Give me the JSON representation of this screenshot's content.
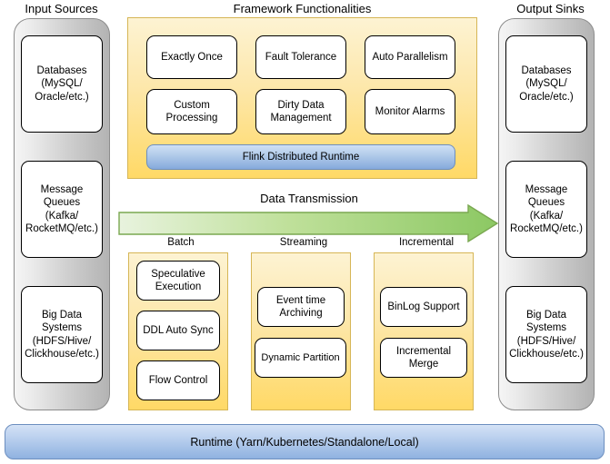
{
  "diagram": {
    "title_input": "Input Sources",
    "title_framework": "Framework Functionalities",
    "title_output": "Output Sinks",
    "arrow_label": "Data Transmission",
    "runtime_label": "Runtime (Yarn/Kubernetes/Standalone/Local)",
    "flink_runtime_label": "Flink Distributed Runtime"
  },
  "colors": {
    "yellow_fill_top": "#fdf3d3",
    "yellow_fill_bottom": "#ffd966",
    "yellow_border": "#d6b656",
    "blue_fill_top": "#cfe0f5",
    "blue_fill_bottom": "#86aadc",
    "blue_border": "#6c8ebf",
    "gray_fill_light": "#f5f5f5",
    "gray_fill_dark": "#b3b3b3",
    "gray_border": "#8c8c8c",
    "green_arrow_light": "#e2f0d9",
    "green_arrow_dark": "#92d050",
    "green_arrow_border": "#7aa851",
    "box_fill": "#ffffff",
    "box_border": "#000000",
    "text": "#000000"
  },
  "input_sources": {
    "heading": "Input Sources",
    "items": [
      {
        "id": "databases",
        "label": "Databases\n(MySQL/\nOracle/etc.)",
        "lines": [
          "Databases",
          "(MySQL/",
          "Oracle/etc.)"
        ]
      },
      {
        "id": "message-queues",
        "label": "Message\nQueues\n(Kafka/\nRocketMQ/etc.)",
        "lines": [
          "Message",
          "Queues",
          "(Kafka/",
          "RocketMQ/etc.)"
        ]
      },
      {
        "id": "big-data-systems",
        "label": "Big Data\nSystems\n(HDFS/Hive/\nClickhouse/etc.)",
        "lines": [
          "Big Data",
          "Systems",
          "(HDFS/Hive/",
          "Clickhouse/etc.)"
        ]
      }
    ]
  },
  "output_sinks": {
    "heading": "Output Sinks",
    "items": [
      {
        "id": "databases",
        "label": "Databases\n(MySQL/\nOracle/etc.)",
        "lines": [
          "Databases",
          "(MySQL/",
          "Oracle/etc.)"
        ]
      },
      {
        "id": "message-queues",
        "label": "Message\nQueues\n(Kafka/\nRocketMQ/etc.)",
        "lines": [
          "Message",
          "Queues",
          "(Kafka/",
          "RocketMQ/etc.)"
        ]
      },
      {
        "id": "big-data-systems",
        "label": "Big Data\nSystems\n(HDFS/Hive/\nClickhouse/etc.)",
        "lines": [
          "Big Data",
          "Systems",
          "(HDFS/Hive/",
          "Clickhouse/etc.)"
        ]
      }
    ]
  },
  "framework": {
    "heading": "Framework Functionalities",
    "features": [
      {
        "id": "exactly-once",
        "label": "Exactly Once"
      },
      {
        "id": "fault-tolerance",
        "label": "Fault Tolerance"
      },
      {
        "id": "auto-parallelism",
        "label": "Auto Parallelism"
      },
      {
        "id": "custom-processing",
        "label": "Custom\nProcessing",
        "lines": [
          "Custom",
          "Processing"
        ]
      },
      {
        "id": "dirty-data-management",
        "label": "Dirty Data\nManagement",
        "lines": [
          "Dirty Data",
          "Management"
        ]
      },
      {
        "id": "monitor-alarms",
        "label": "Monitor Alarms"
      }
    ],
    "runtime": "Flink Distributed Runtime"
  },
  "transmission": {
    "label": "Data Transmission",
    "columns": [
      {
        "id": "batch",
        "title": "Batch",
        "items": [
          {
            "id": "speculative-execution",
            "label": "Speculative\nExecution",
            "lines": [
              "Speculative",
              "Execution"
            ]
          },
          {
            "id": "ddl-auto-sync",
            "label": "DDL Auto Sync",
            "lines": [
              "DDL Auto Sync"
            ]
          },
          {
            "id": "flow-control",
            "label": "Flow Control",
            "lines": [
              "Flow Control"
            ]
          }
        ]
      },
      {
        "id": "streaming",
        "title": "Streaming",
        "items": [
          {
            "id": "event-time-archiving",
            "label": "Event time\nArchiving",
            "lines": [
              "Event time",
              "Archiving"
            ]
          },
          {
            "id": "dynamic-partition",
            "label": "Dynamic Partition",
            "lines": [
              "Dynamic Partition"
            ]
          }
        ]
      },
      {
        "id": "incremental",
        "title": "Incremental",
        "items": [
          {
            "id": "binlog-support",
            "label": "BinLog Support",
            "lines": [
              "BinLog Support"
            ]
          },
          {
            "id": "incremental-merge",
            "label": "Incremental\nMerge",
            "lines": [
              "Incremental",
              "Merge"
            ]
          }
        ]
      }
    ]
  },
  "runtime_bar": {
    "label": "Runtime (Yarn/Kubernetes/Standalone/Local)"
  }
}
